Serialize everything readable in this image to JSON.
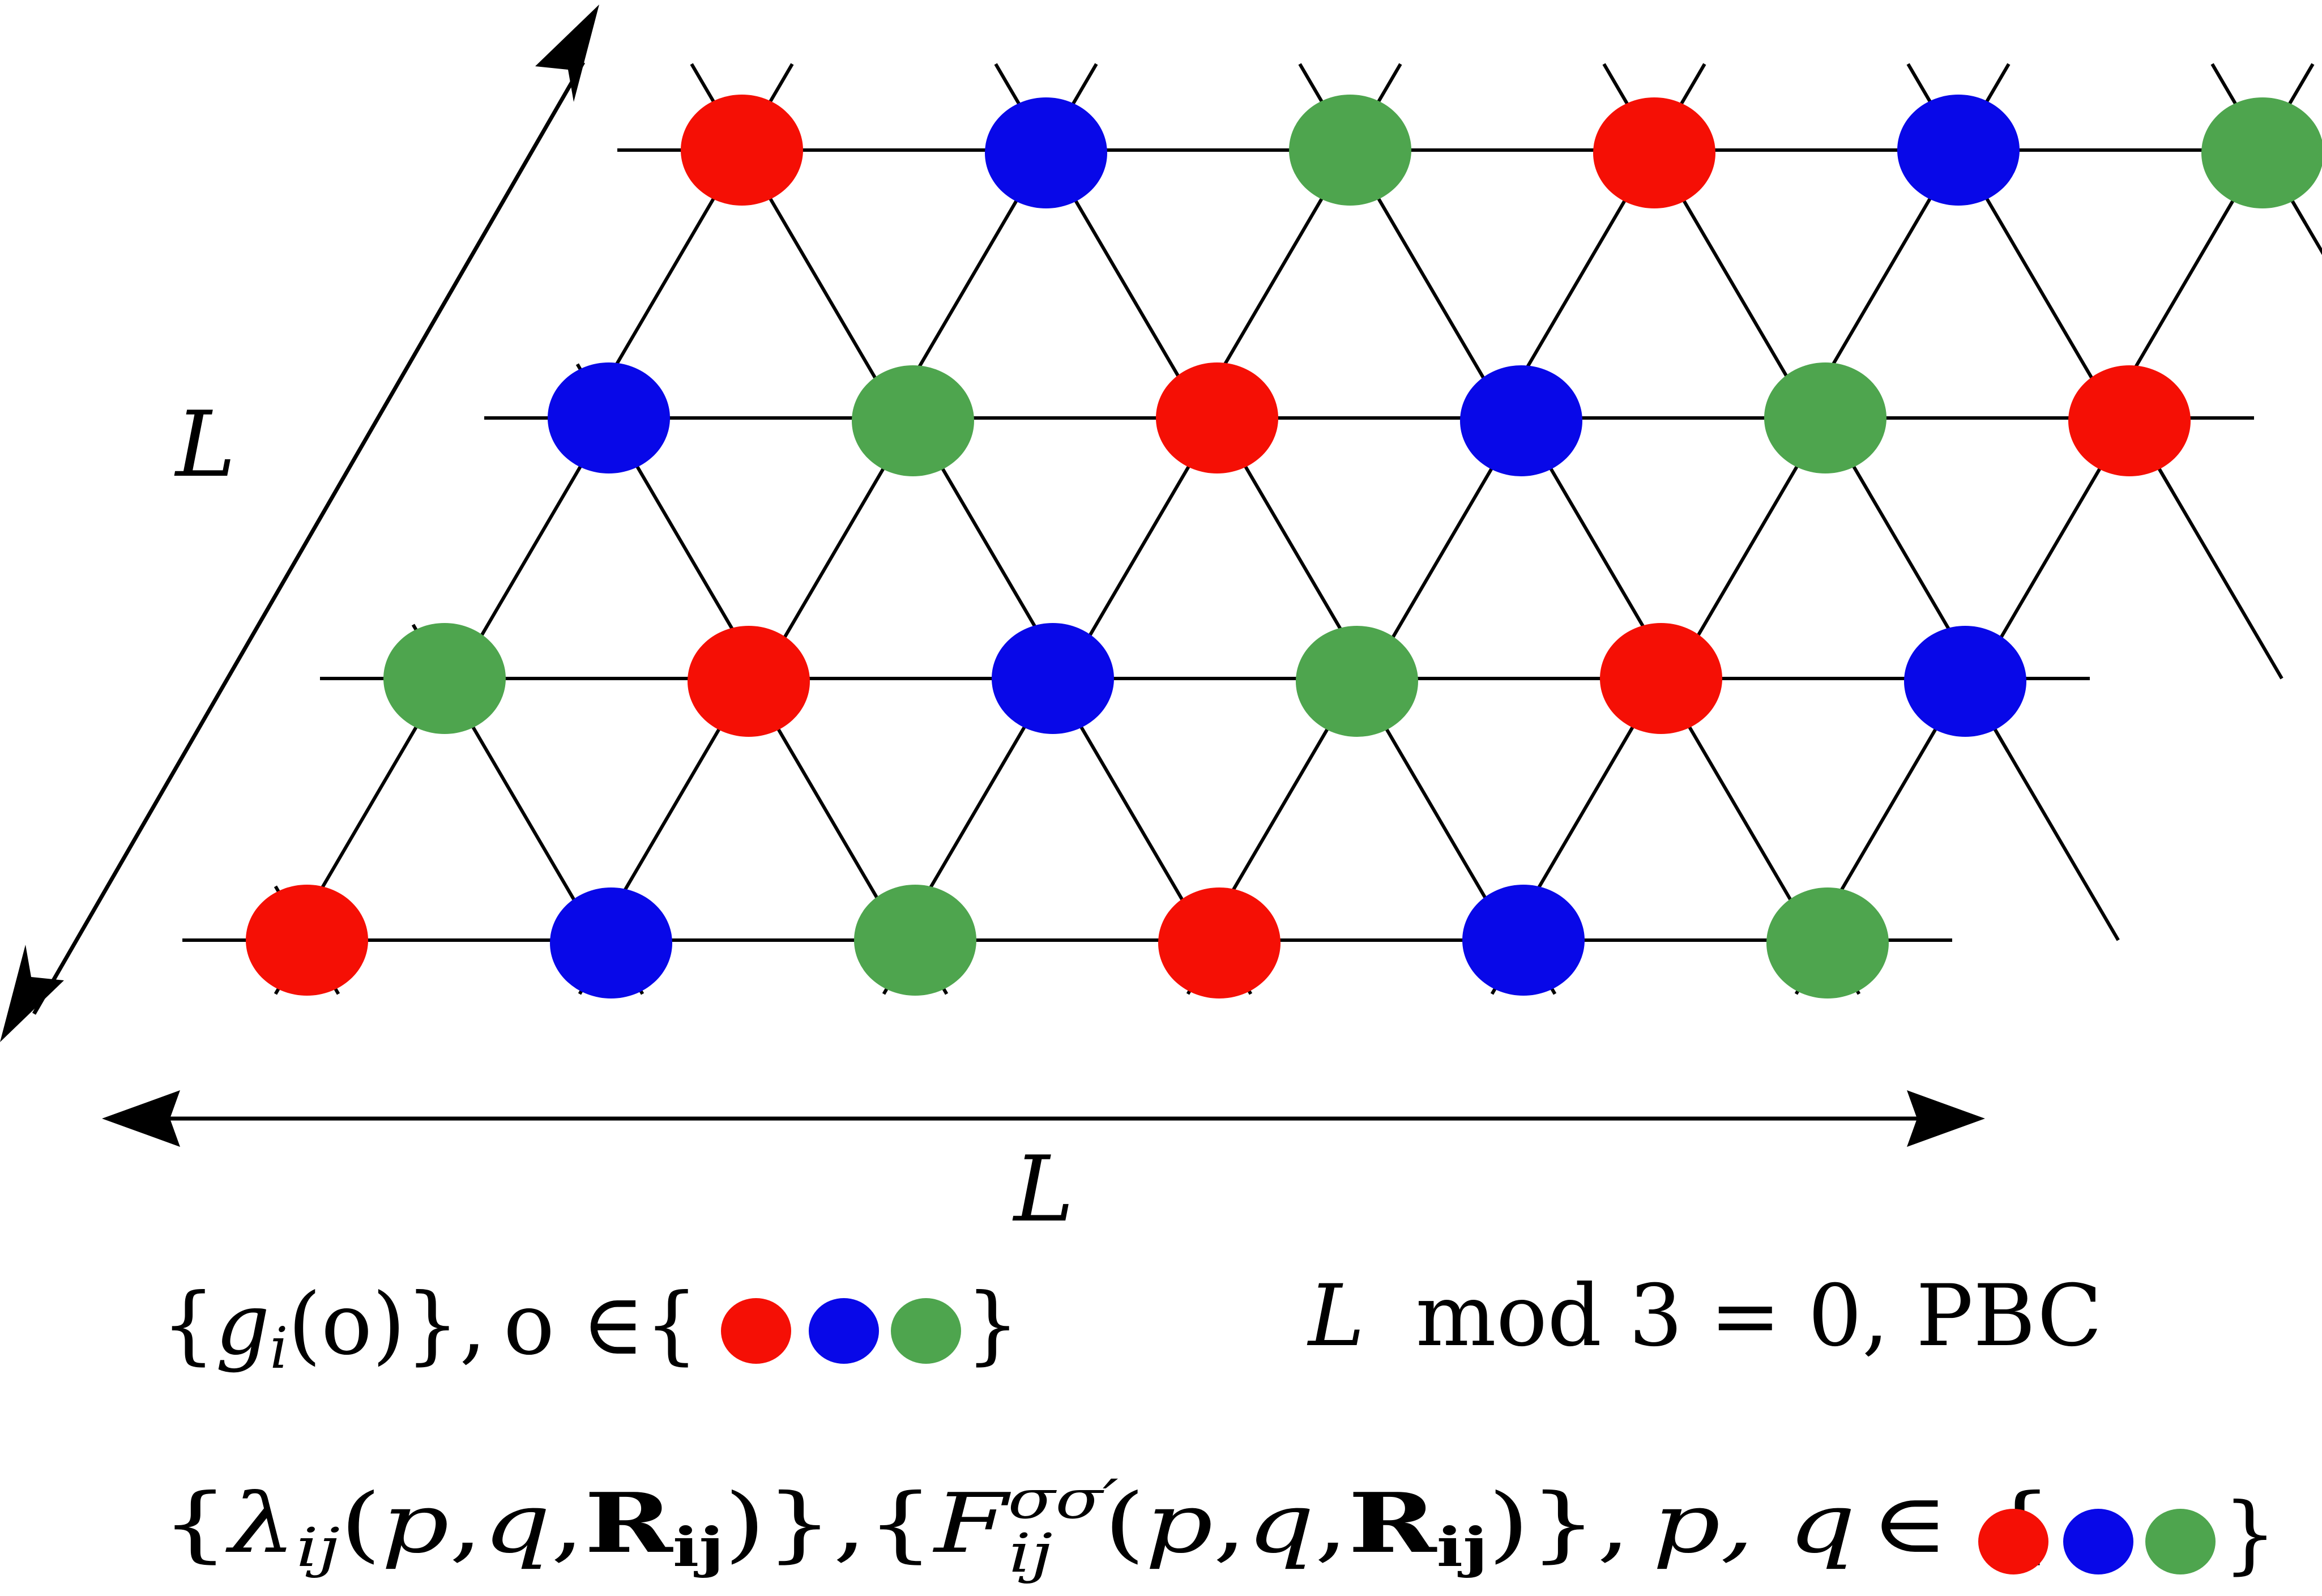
{
  "labels": {
    "side_length": "L",
    "bottom_length": "L"
  },
  "colors": {
    "red": "#f50f05",
    "blue": "#0808e8",
    "green": "#4ea54e",
    "line": "#000000"
  },
  "lattice": {
    "rows": [
      [
        "red",
        "blue",
        "green",
        "red",
        "blue",
        "green"
      ],
      [
        "blue",
        "green",
        "red",
        "blue",
        "green",
        "red"
      ],
      [
        "green",
        "red",
        "blue",
        "green",
        "red",
        "blue"
      ],
      [
        "red",
        "blue",
        "green",
        "red",
        "blue",
        "green"
      ]
    ]
  },
  "legend": {
    "line1": {
      "open_brace": "{",
      "g": "g",
      "g_sub": "i",
      "g_arg": "(o)",
      "close_brace": "},",
      "o_in": "o ∈{",
      "swatches": [
        "red",
        "blue",
        "green"
      ],
      "end_brace": "}"
    },
    "condition": {
      "L": "L",
      "rest": "mod 3 = 0, PBC"
    },
    "line2": {
      "t1": "{",
      "lambda": "λ",
      "lambda_sub": "ij",
      "t2": "(",
      "p": "p",
      "c1": ",",
      "q": "q",
      "c2": ",",
      "R": "R",
      "R_sub": "ij",
      "t3": ")},{",
      "F": "F",
      "F_sup": "σσ′",
      "F_sub": "ij",
      "t4": "(",
      "p2": "p",
      "c3": ",",
      "q2": "q",
      "c4": ",",
      "R2": "R",
      "R2_sub": "ij",
      "t5": ")},",
      "pq": "p, q",
      "in": "∈",
      "open": "{",
      "swatches": [
        "red",
        "blue",
        "green"
      ],
      "close": "}"
    }
  }
}
